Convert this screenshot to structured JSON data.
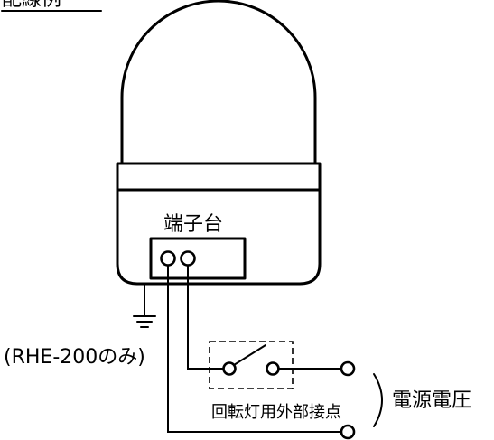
{
  "title": "配線例",
  "labels": {
    "terminal_block": "端子台",
    "ground_note": "(RHE-200のみ)",
    "external_contact": "回転灯用外部接点",
    "supply_voltage": "電源電圧"
  },
  "colors": {
    "line": "#000000",
    "background": "#ffffff"
  }
}
